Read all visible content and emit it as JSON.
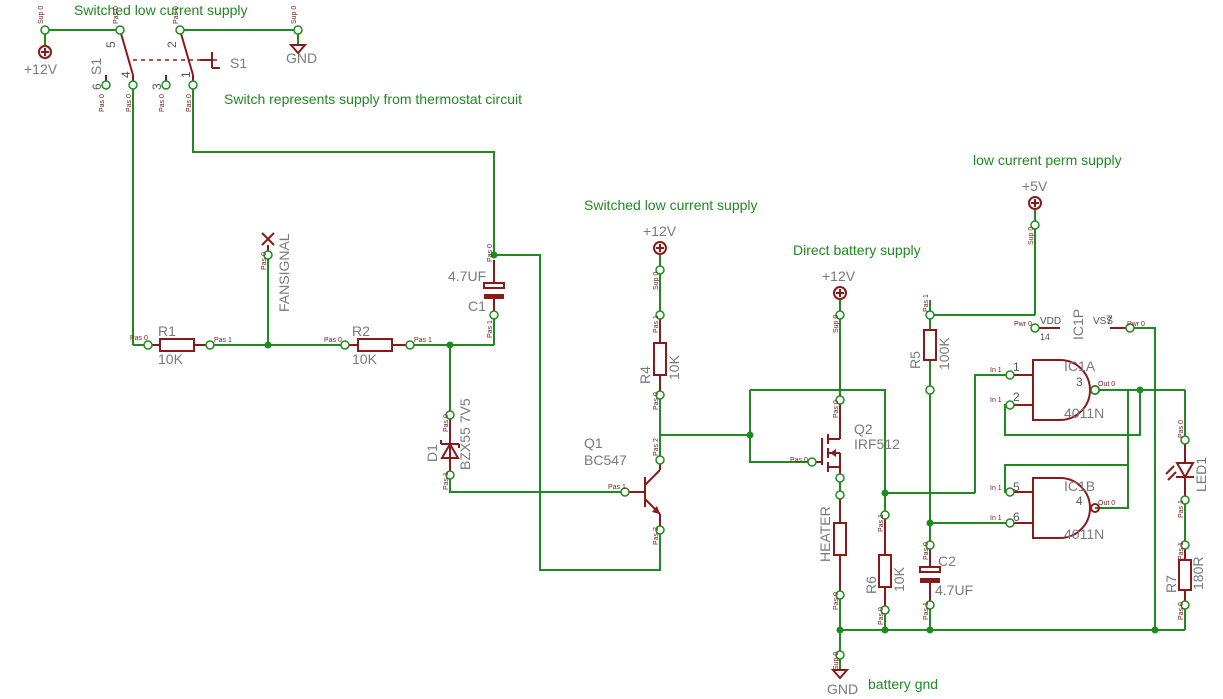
{
  "notes": {
    "switched_top": "Switched low current supply",
    "switch_represents": "Switch represents supply from thermostat circuit",
    "switched_mid": "Switched low current supply",
    "direct_battery": "Direct battery supply",
    "low_current_perm": "low current perm supply",
    "battery_gnd": "battery gnd"
  },
  "supplies": {
    "plus12_a": "+12V",
    "gnd_top": "GND",
    "plus12_b": "+12V",
    "plus12_c": "+12V",
    "plus5": "+5V",
    "gnd_bottom": "GND"
  },
  "components": {
    "s1a_name": "S1",
    "s1b_name": "S1",
    "r1_name": "R1",
    "r1_value": "10K",
    "r2_name": "R2",
    "r2_value": "10K",
    "fansignal": "FANSIGNAL",
    "c1_name": "C1",
    "c1_value": "4.7UF",
    "d1_name": "D1",
    "d1_value": "BZX55 7V5",
    "q1_name": "Q1",
    "q1_value": "BC547",
    "r4_name": "R4",
    "r4_value": "10K",
    "q2_name": "Q2",
    "q2_value": "IRF512",
    "heater": "HEATER",
    "r6_name": "R6",
    "r6_value": "10K",
    "r5_name": "R5",
    "r5_value": "100K",
    "c2_name": "C2",
    "c2_value": "4.7UF",
    "ic1p_name": "IC1P",
    "vdd": "VDD",
    "vss": "VSS",
    "ic1a_name": "IC1A",
    "ic1a_value": "4011N",
    "ic1b_name": "IC1B",
    "ic1b_value": "4011N",
    "led1_name": "LED1",
    "r7_name": "R7",
    "r7_value": "180R"
  },
  "pins": {
    "s1_5": "5",
    "s1_4": "4",
    "s1_6": "6",
    "s1_2": "2",
    "s1_1": "1",
    "s1_3": "3",
    "ic1a_1": "1",
    "ic1a_2": "2",
    "ic1a_3": "3",
    "ic1b_5": "5",
    "ic1b_6": "6",
    "ic1b_4": "4",
    "ic1p_7": "7",
    "ic1p_14": "14"
  },
  "pin_tags": {
    "sup": "Sup 0",
    "pas0": "Pas 0",
    "pas1": "Pas 1",
    "pas2": "Pas 2",
    "in1": "In 1",
    "out0": "Out 0",
    "pwr0": "Pwr 0"
  }
}
